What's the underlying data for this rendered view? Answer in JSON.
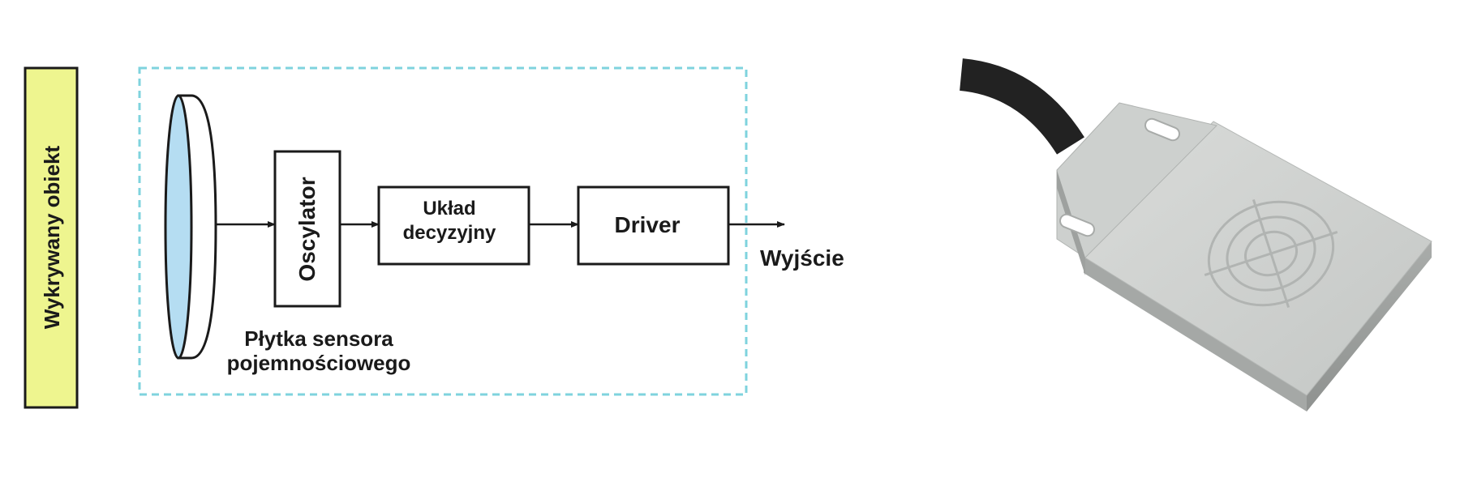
{
  "detected_object": {
    "label": "Wykrywany obiekt",
    "fill": "#EEF58F"
  },
  "sensor_plate": {
    "label_line1": "Płytka sensora",
    "label_line2": "pojemnościowego",
    "fill": "#B5DDF2"
  },
  "boundary": {
    "color": "#7FD3DE"
  },
  "blocks": {
    "oscillator": {
      "label": "Oscylator"
    },
    "decision": {
      "label_line1": "Układ",
      "label_line2": "decyzyjny"
    },
    "driver": {
      "label": "Driver"
    }
  },
  "output": {
    "label": "Wyjście"
  },
  "product_photo": {
    "icon": "capacitive-sensor-photo",
    "body_color": "#C9CCCA",
    "cable_color": "#222222"
  }
}
